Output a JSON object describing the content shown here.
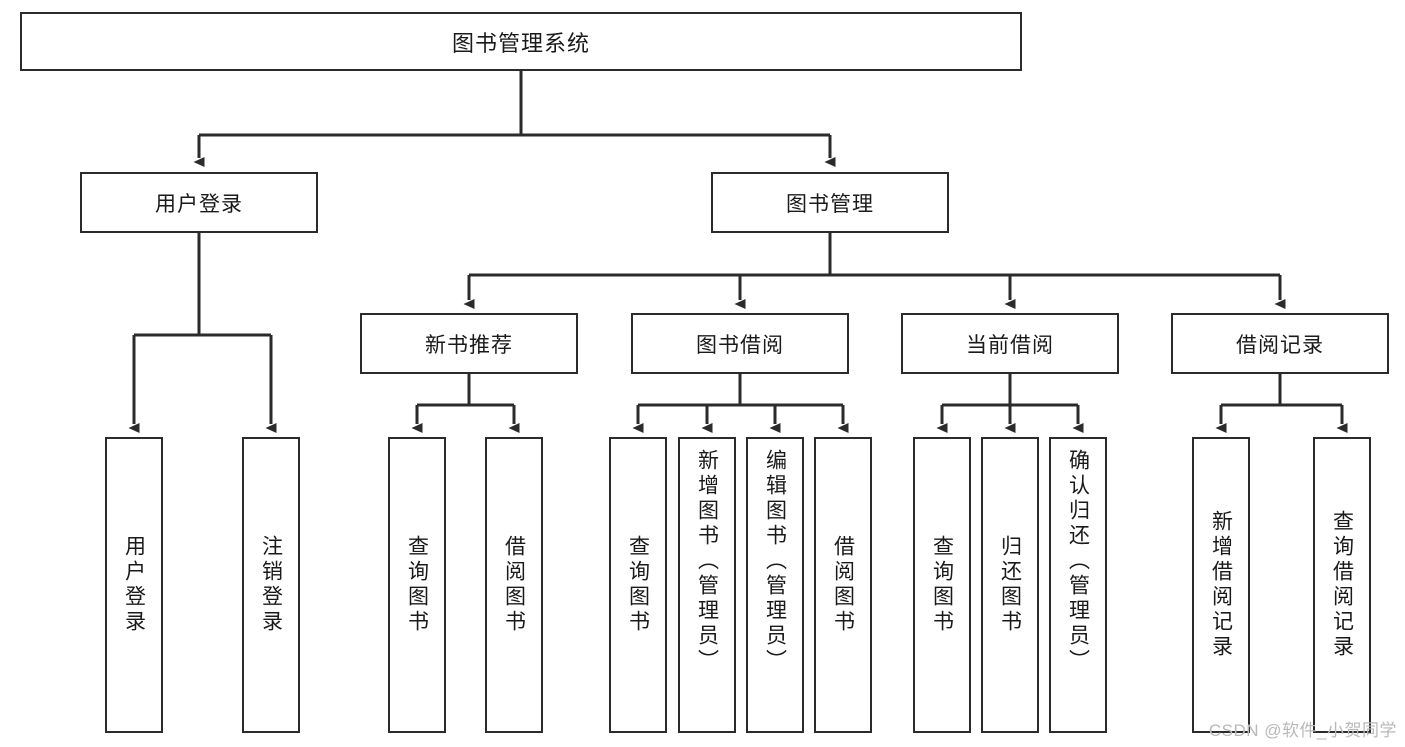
{
  "diagram": {
    "type": "tree",
    "title": "图书管理系统",
    "watermark": "CSDN @软件_小贺同学",
    "colors": {
      "border": "#2b2b2b",
      "background": "#ffffff",
      "text": "#1a1a1a",
      "connector": "#2b2b2b",
      "watermark": "#b9b9b9"
    },
    "levels": {
      "root": {
        "label": "图书管理系统"
      },
      "level2": [
        {
          "label": "用户登录"
        },
        {
          "label": "图书管理"
        }
      ],
      "level3": [
        {
          "label": "新书推荐"
        },
        {
          "label": "图书借阅"
        },
        {
          "label": "当前借阅"
        },
        {
          "label": "借阅记录"
        }
      ],
      "leaves_user_login": [
        {
          "label": "用户登录"
        },
        {
          "label": "注销登录"
        }
      ],
      "leaves_new_book": [
        {
          "label": "查询图书"
        },
        {
          "label": "借阅图书"
        }
      ],
      "leaves_book_borrow": [
        {
          "label": "查询图书"
        },
        {
          "label": "新增图书（管理员）"
        },
        {
          "label": "编辑图书（管理员）"
        },
        {
          "label": "借阅图书"
        }
      ],
      "leaves_current_borrow": [
        {
          "label": "查询图书"
        },
        {
          "label": "归还图书"
        },
        {
          "label": "确认归还（管理员）"
        }
      ],
      "leaves_borrow_record": [
        {
          "label": "新增借阅记录"
        },
        {
          "label": "查询借阅记录"
        }
      ]
    }
  }
}
